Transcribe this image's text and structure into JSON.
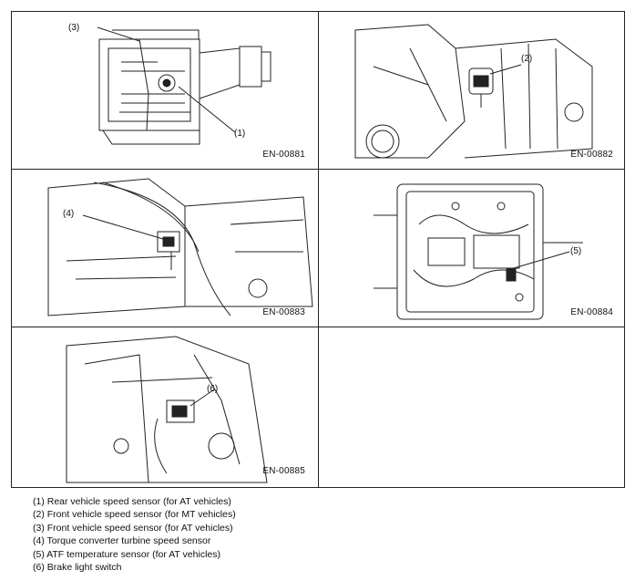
{
  "figures": [
    {
      "code": "EN-00881",
      "callouts": [
        "(3)",
        "(1)"
      ]
    },
    {
      "code": "EN-00882",
      "callouts": [
        "(2)"
      ]
    },
    {
      "code": "EN-00883",
      "callouts": [
        "(4)"
      ]
    },
    {
      "code": "EN-00884",
      "callouts": [
        "(5)"
      ]
    },
    {
      "code": "EN-00885",
      "callouts": [
        "(6)"
      ]
    }
  ],
  "legend": [
    "(1) Rear vehicle speed sensor (for AT vehicles)",
    "(2) Front vehicle speed sensor (for MT vehicles)",
    "(3) Front vehicle speed sensor (for AT vehicles)",
    "(4) Torque converter turbine speed sensor",
    "(5) ATF temperature sensor (for AT vehicles)",
    "(6) Brake light switch"
  ]
}
